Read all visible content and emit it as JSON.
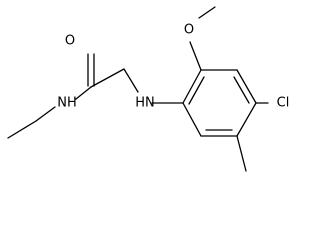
{
  "molecule": {
    "atoms": {
      "carbonyl_oxygen": "O",
      "amide_nitrogen": "NH",
      "amine_nitrogen": "HN",
      "methoxy_oxygen": "O",
      "chlorine": "Cl"
    }
  },
  "colors": {
    "bond": "#000000",
    "label": "#000000",
    "background": "#ffffff"
  }
}
